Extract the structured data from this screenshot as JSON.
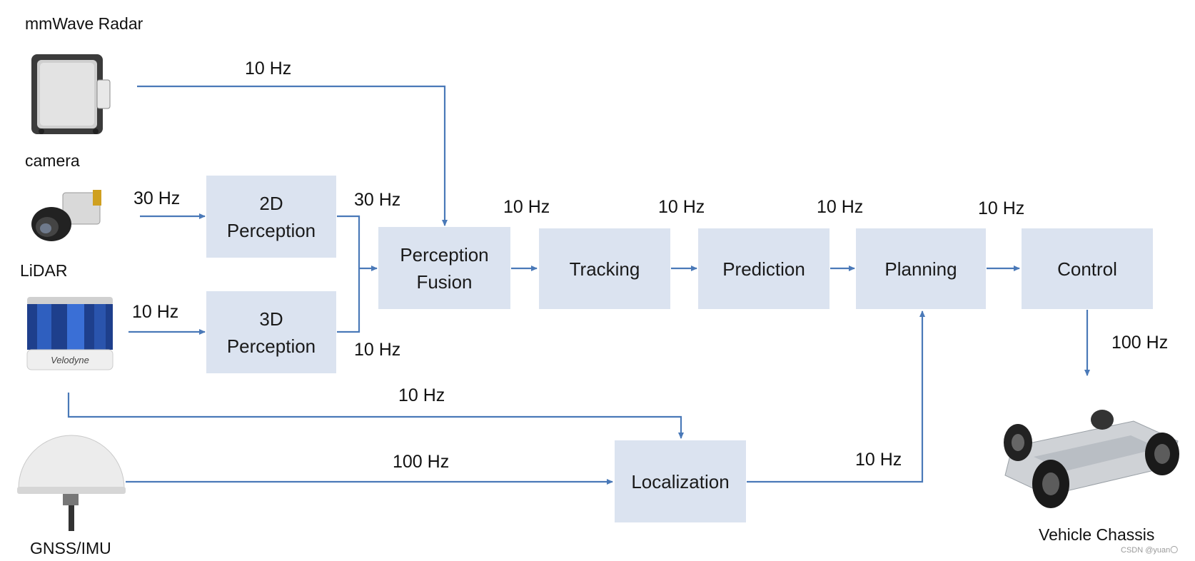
{
  "sensors": {
    "radar_label": "mmWave Radar",
    "camera_label": "camera",
    "lidar_label": "LiDAR",
    "lidar_brand": "Velodyne",
    "gnss_label": "GNSS/IMU"
  },
  "modules": {
    "perception_2d": "2D\nPerception",
    "perception_3d": "3D\nPerception",
    "fusion": "Perception\nFusion",
    "tracking": "Tracking",
    "prediction": "Prediction",
    "planning": "Planning",
    "control": "Control",
    "localization": "Localization"
  },
  "rates": {
    "radar_to_fusion": "10 Hz",
    "camera_to_2d": "30 Hz",
    "p2d_to_fusion": "30 Hz",
    "lidar_to_3d": "10 Hz",
    "p3d_to_fusion": "10 Hz",
    "fusion_to_tracking": "10 Hz",
    "tracking_to_prediction": "10 Hz",
    "prediction_to_planning": "10 Hz",
    "planning_to_control": "10 Hz",
    "control_to_chassis": "100 Hz",
    "lidar_to_localization": "10 Hz",
    "gnss_to_localization": "100 Hz",
    "localization_to_planning": "10 Hz"
  },
  "chassis_label": "Vehicle Chassis",
  "watermark": "CSDN @yuan〇",
  "colors": {
    "box_fill": "#dbe3f0",
    "arrow": "#4a79b8"
  }
}
